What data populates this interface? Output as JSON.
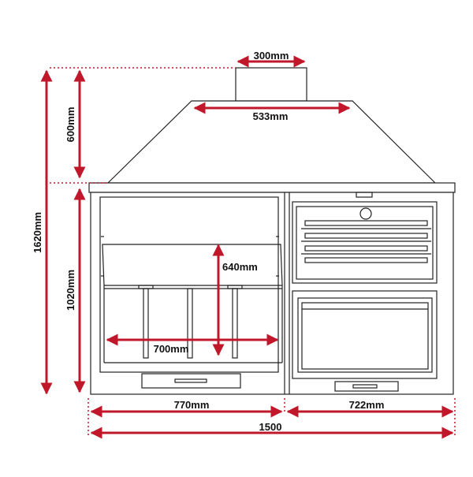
{
  "colors": {
    "dimension": "#c0182a",
    "outline": "#222222",
    "background": "#ffffff"
  },
  "dimensions": {
    "chimney_width": "300mm",
    "hood_width": "533mm",
    "hood_height": "600mm",
    "total_height": "1620mm",
    "body_height": "1020mm",
    "firebox_height": "640mm",
    "firebox_width": "700mm",
    "left_section_width": "770mm",
    "right_section_width": "722mm",
    "total_width": "1500"
  }
}
